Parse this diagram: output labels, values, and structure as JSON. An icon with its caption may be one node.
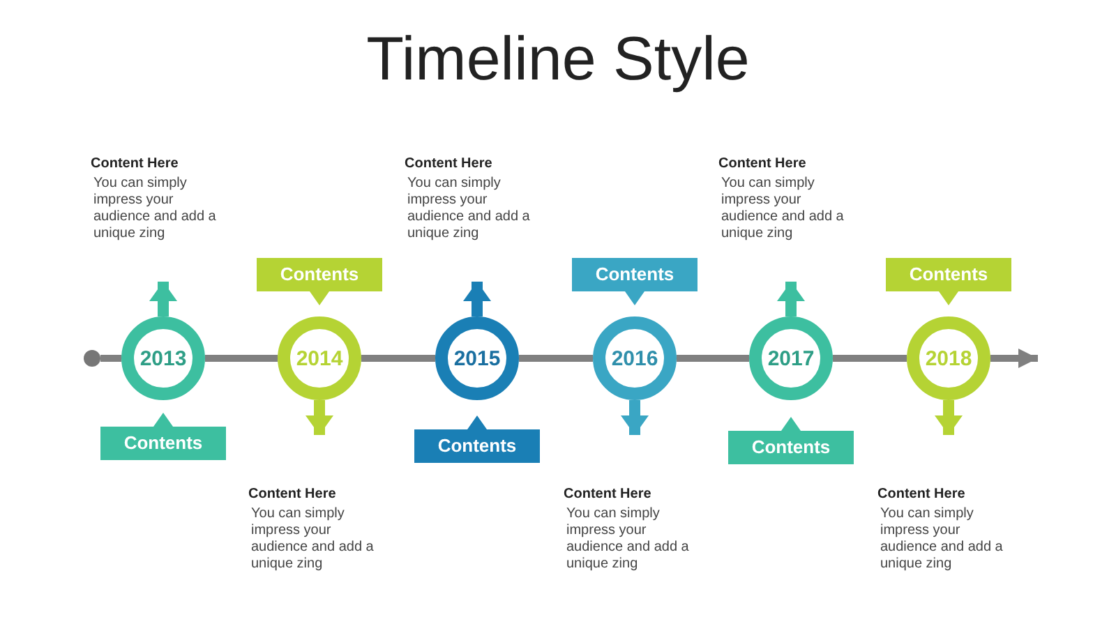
{
  "diagram": {
    "title": "Timeline Style",
    "nodes": [
      {
        "text": [],
        "shape": "circle"
      },
      {
        "text": [
          "2013"
        ]
      },
      {
        "text": [
          "Contents"
        ]
      },
      {
        "text": [
          "Content Here",
          "You can simply impress your audience and add a unique zing"
        ]
      },
      {
        "text": [
          "2014"
        ]
      },
      {
        "text": [
          "Contents"
        ]
      },
      {
        "text": [
          "Content Here",
          "You can simply impress your audience and add a unique zing"
        ]
      },
      {
        "text": [
          "2015"
        ]
      },
      {
        "text": [
          "Contents"
        ]
      },
      {
        "text": [
          "Content Here",
          "You can simply impress your audience and add a unique zing"
        ]
      },
      {
        "text": [
          "2016"
        ]
      },
      {
        "text": [
          "Contents"
        ]
      },
      {
        "text": [
          "Content Here",
          "You can simply impress your audience and add a unique zing"
        ]
      },
      {
        "text": [
          "2017"
        ]
      },
      {
        "text": [
          "Contents"
        ]
      },
      {
        "text": [
          "Content Here",
          "You can simply impress your audience and add a unique zing"
        ]
      },
      {
        "text": [
          "2018"
        ]
      },
      {
        "text": [
          "Contents"
        ]
      },
      {
        "text": [
          "Content Here",
          "You can simply impress your audience and add a unique zing"
        ]
      }
    ],
    "edges": [
      {
        "from": 0,
        "to": 1,
        "arrow": "none"
      },
      {
        "from": 1,
        "to": 4,
        "arrow": "none"
      },
      {
        "from": 4,
        "to": 7,
        "arrow": "none"
      },
      {
        "from": 7,
        "to": 10,
        "arrow": "none"
      },
      {
        "from": 10,
        "to": 13,
        "arrow": "none"
      },
      {
        "from": 13,
        "to": 16,
        "arrow": "none"
      },
      {
        "from": 16,
        "to": null,
        "arrow": "to"
      },
      {
        "from": 1,
        "to": 3,
        "arrow": "to",
        "color": "#3dbfa0"
      },
      {
        "from": 4,
        "to": 6,
        "arrow": "to",
        "color": "#b5d334"
      },
      {
        "from": 7,
        "to": 9,
        "arrow": "to",
        "color": "#1a7fb5"
      },
      {
        "from": 10,
        "to": 12,
        "arrow": "to",
        "color": "#3aa6c4"
      },
      {
        "from": 13,
        "to": 15,
        "arrow": "to",
        "color": "#3dbfa0"
      },
      {
        "from": 16,
        "to": 18,
        "arrow": "to",
        "color": "#b5d334"
      }
    ]
  }
}
